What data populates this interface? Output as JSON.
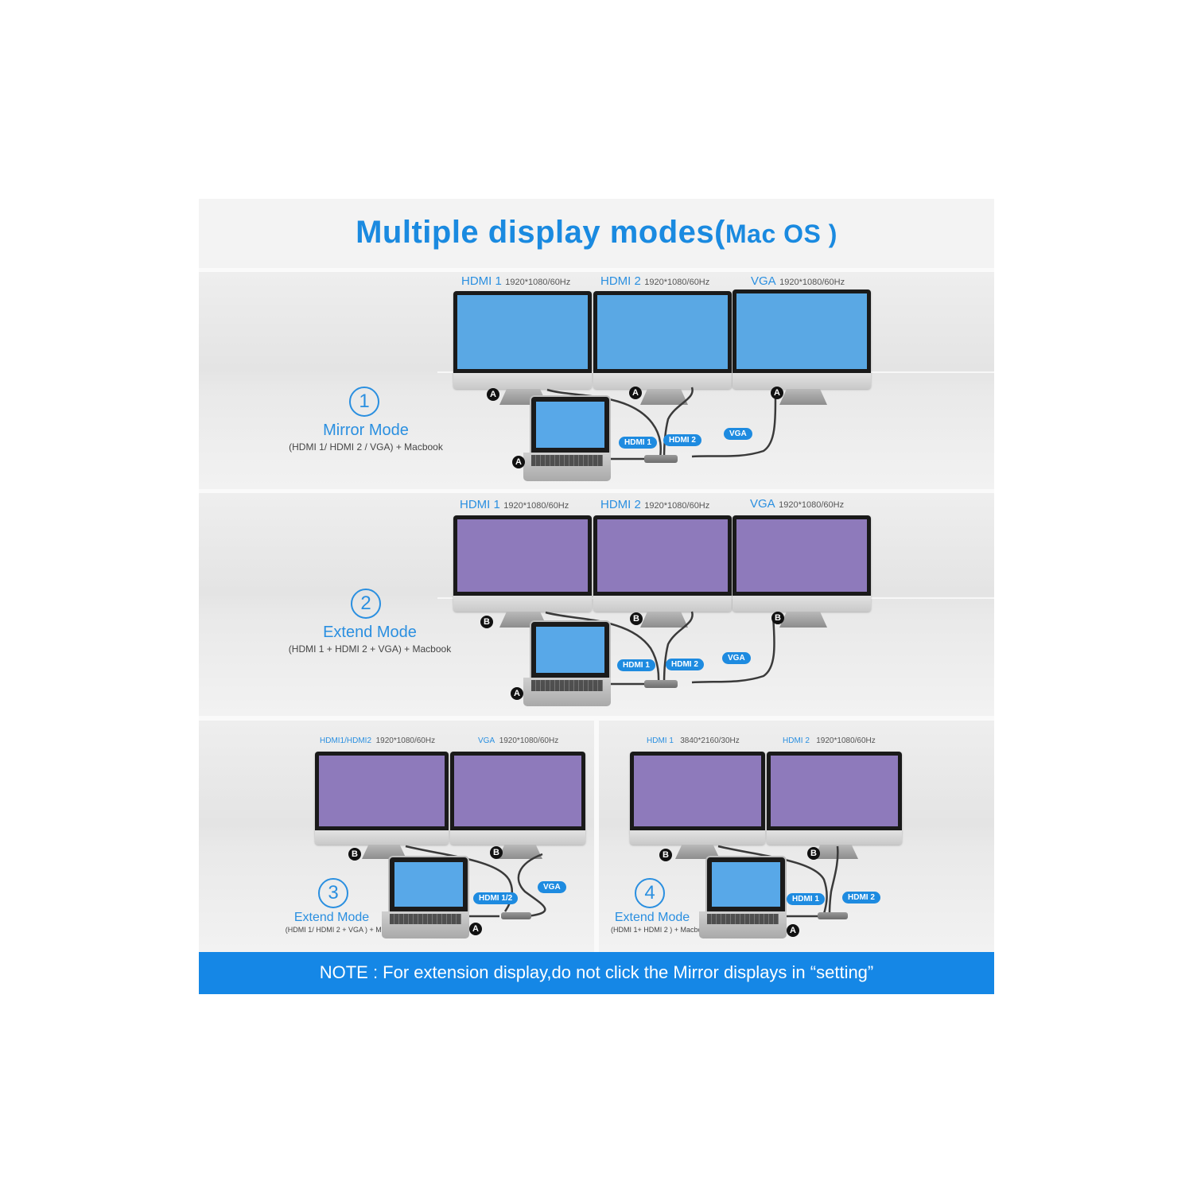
{
  "header": {
    "title_main": "Multiple display modes(",
    "title_sub": "Mac OS )"
  },
  "note": "NOTE : For extension display,do not click the Mirror displays in “setting”",
  "colors": {
    "accent": "#1a8ae0",
    "mirror_screen": "#5aa8e4",
    "extend_screen": "#8e7abb",
    "laptop_screen": "#58a8e8",
    "note_bar": "#1587e6"
  },
  "panels": [
    {
      "number": "1",
      "title": "Mirror Mode",
      "desc": "(HDMI 1/ HDMI 2 / VGA) + Macbook",
      "displays": [
        {
          "port": "HDMI 1",
          "res": "1920*1080/60Hz"
        },
        {
          "port": "HDMI 2",
          "res": "1920*1080/60Hz"
        },
        {
          "port": "VGA",
          "res": "1920*1080/60Hz"
        }
      ],
      "badges": [
        "A",
        "A",
        "A",
        "A"
      ],
      "tags": [
        "HDMI 1",
        "HDMI 2",
        "VGA"
      ]
    },
    {
      "number": "2",
      "title": "Extend Mode",
      "desc": "(HDMI 1 + HDMI 2 + VGA) + Macbook",
      "displays": [
        {
          "port": "HDMI 1",
          "res": "1920*1080/60Hz"
        },
        {
          "port": "HDMI 2",
          "res": "1920*1080/60Hz"
        },
        {
          "port": "VGA",
          "res": "1920*1080/60Hz"
        }
      ],
      "badges": [
        "B",
        "B",
        "B",
        "A"
      ],
      "tags": [
        "HDMI 1",
        "HDMI 2",
        "VGA"
      ]
    },
    {
      "number": "3",
      "title": "Extend Mode",
      "desc": "(HDMI 1/ HDMI 2 + VGA ) + Macbook/",
      "displays": [
        {
          "port": "HDMI1/HDMI2",
          "res": "1920*1080/60Hz"
        },
        {
          "port": "VGA",
          "res": "1920*1080/60Hz"
        }
      ],
      "badges": [
        "B",
        "B",
        "A"
      ],
      "tags": [
        "HDMI 1/2",
        "VGA"
      ]
    },
    {
      "number": "4",
      "title": "Extend Mode",
      "desc": "(HDMI 1+ HDMI 2 ) + Macbook",
      "displays": [
        {
          "port": "HDMI 1",
          "res": "3840*2160/30Hz"
        },
        {
          "port": "HDMI 2",
          "res": "1920*1080/60Hz"
        }
      ],
      "badges": [
        "B",
        "B",
        "A"
      ],
      "tags": [
        "HDMI 1",
        "HDMI 2"
      ]
    }
  ]
}
